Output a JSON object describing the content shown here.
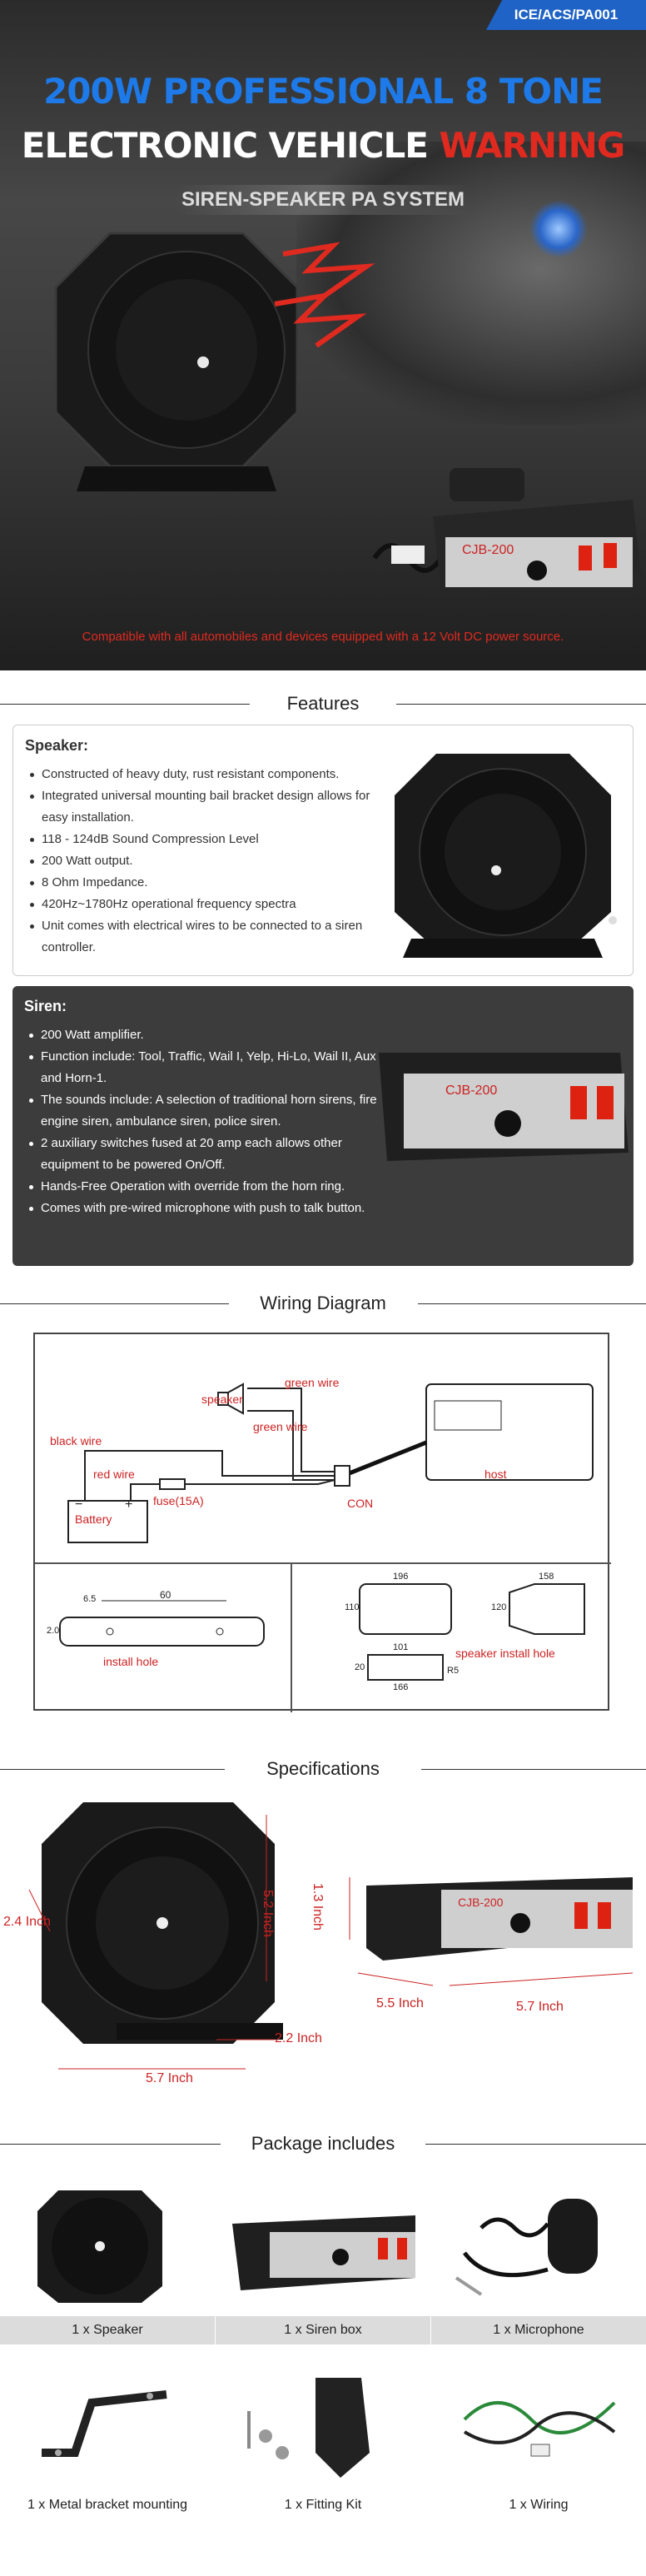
{
  "hero": {
    "code": "ICE/ACS/PA001",
    "title_line1": "200W PROFESSIONAL 8 TONE",
    "title_line2_white": "ELECTRONIC VEHICLE",
    "title_line2_red": "WARNING",
    "subtitle": "SIREN-SPEAKER PA SYSTEM",
    "box_label": "CJB-200",
    "note": "Compatible with all automobiles and devices equipped with a 12 Volt DC power source."
  },
  "features": {
    "heading": "Features",
    "speaker": {
      "title": "Speaker:",
      "items": [
        "Constructed of heavy duty, rust resistant components.",
        "Integrated universal mounting bail bracket design allows for easy installation.",
        "118 - 124dB Sound Compression Level",
        "200 Watt output.",
        "8 Ohm Impedance.",
        "420Hz~1780Hz operational frequency spectra",
        "Unit comes with electrical wires to be connected to a siren controller."
      ]
    },
    "siren": {
      "title": "Siren:",
      "items": [
        "200 Watt amplifier.",
        "Function include: Tool, Traffic, Wail I, Yelp, Hi-Lo, Wail II, Aux and Horn-1.",
        "The sounds include:  A selection of traditional horn sirens, fire engine siren, ambulance siren, police siren.",
        "2 auxiliary switches fused at 20 amp each allows other equipment to be powered On/Off.",
        "Hands-Free Operation with override from the horn ring.",
        "Comes with pre-wired microphone with push to talk button."
      ]
    }
  },
  "wiring": {
    "heading": "Wiring Diagram",
    "labels": {
      "speaker": "speaker",
      "green_wire_top": "green wire",
      "green_wire_mid": "green wire",
      "black_wire": "black wire",
      "red_wire": "red wire",
      "battery": "Battery",
      "fuse": "fuse(15A)",
      "con": "CON",
      "host": "host",
      "minus": "−",
      "plus": "+",
      "install_hole": "install hole",
      "speaker_install_hole": "speaker install hole"
    },
    "dims_left": {
      "length": "60",
      "d1": "6.5",
      "d2": "2.0"
    },
    "dims_right": {
      "w_front": "196",
      "h_front": "110",
      "w_side": "158",
      "h_side": "120",
      "w_bottom_1": "101",
      "w_bottom_2": "166",
      "h_bottom": "20",
      "r": "R5"
    }
  },
  "specifications": {
    "heading": "Specifications",
    "speaker_depth": "2.4 Inch",
    "speaker_height": "5.2 Inch",
    "speaker_base": "2.2 Inch",
    "speaker_width": "5.7 Inch",
    "box_height": "1.3 Inch",
    "box_depth": "5.5 Inch",
    "box_width": "5.7 Inch"
  },
  "package": {
    "heading": "Package includes",
    "items": [
      "1 x Speaker",
      "1 x Siren box",
      "1 x Microphone",
      "1 x Metal bracket mounting",
      "1 x Fitting Kit",
      "1 x Wiring"
    ]
  },
  "colors": {
    "accent_blue": "#1e63c5",
    "warning_red": "#e02a20",
    "dark_card": "#3c3c3c"
  }
}
